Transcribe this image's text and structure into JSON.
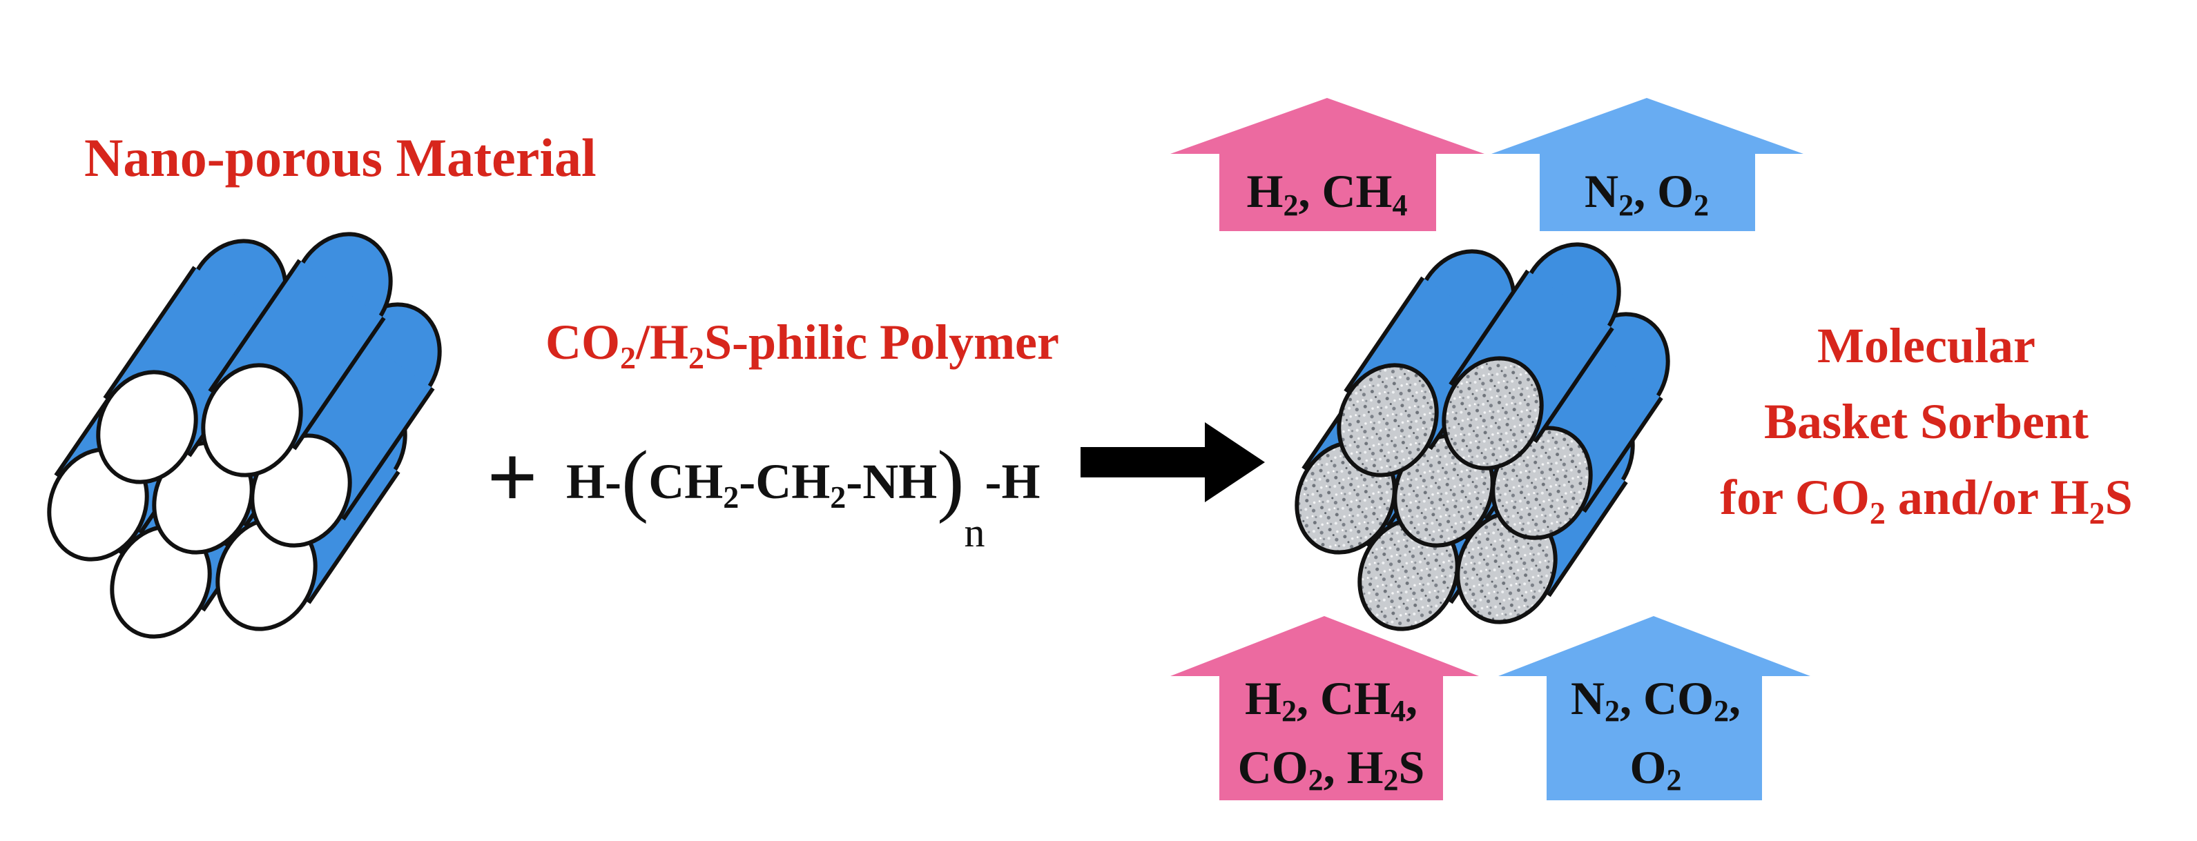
{
  "labels": {
    "nanoporous": "Nano-porous Material",
    "polymer": [
      "CO",
      "2",
      "/H",
      "2",
      "S-philic Polymer"
    ],
    "formula": {
      "plus": "+",
      "h_left": "H-",
      "open_paren": "(",
      "parts": [
        "CH",
        "2",
        "-CH",
        "2",
        "-NH"
      ],
      "close_paren": ")",
      "n": "n",
      "h_right": "-H"
    },
    "sorbent": [
      "Molecular",
      "Basket Sorbent",
      "for CO",
      "2",
      " and/or H",
      "2",
      "S"
    ],
    "top_pink": [
      "H",
      "2",
      ", CH",
      "4"
    ],
    "top_blue": [
      "N",
      "2",
      ", O",
      "2"
    ],
    "bottom_pink_line1": [
      "H",
      "2",
      ", CH",
      "4",
      ","
    ],
    "bottom_pink_line2": [
      "CO",
      "2",
      ", H",
      "2",
      "S"
    ],
    "bottom_blue_line1": [
      "N",
      "2",
      ", CO",
      "2",
      ","
    ],
    "bottom_blue_line2": [
      "O",
      "2"
    ]
  },
  "colors": {
    "text_red": "#d7261c",
    "cylinder_blue": "#3e8fe0",
    "arrow_pink": "#ec6aa0",
    "arrow_blue": "#68acf2"
  }
}
